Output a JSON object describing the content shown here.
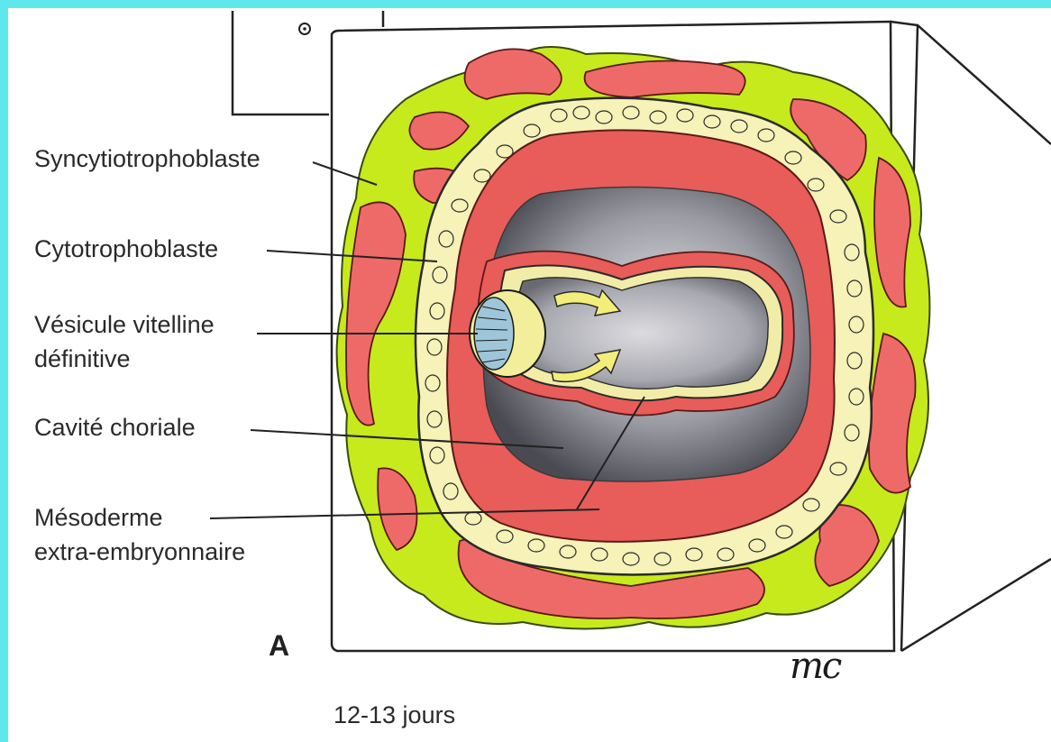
{
  "labels": {
    "syncytiotrophoblast": "Syncytiotrophoblaste",
    "cytotrophoblast": "Cytotrophoblaste",
    "yolk_sac_line1": "Vésicule vitelline",
    "yolk_sac_line2": "définitive",
    "chorionic_cavity": "Cavité choriale",
    "mesoderm_line1": "Mésoderme",
    "mesoderm_line2": "extra-embryonnaire"
  },
  "panel_letter": "A",
  "caption": "12-13 jours",
  "signature": "mc",
  "colors": {
    "frame": "#5fe8ec",
    "syncytiotrophoblast": "#c6ea1c",
    "lacunae": "#ee6a68",
    "cytotrophoblast_cells": "#f6f2b8",
    "mesoderm": "#e85c5a",
    "cavity": "#6c6c74",
    "yolk_sac": "#f1eca8"
  }
}
